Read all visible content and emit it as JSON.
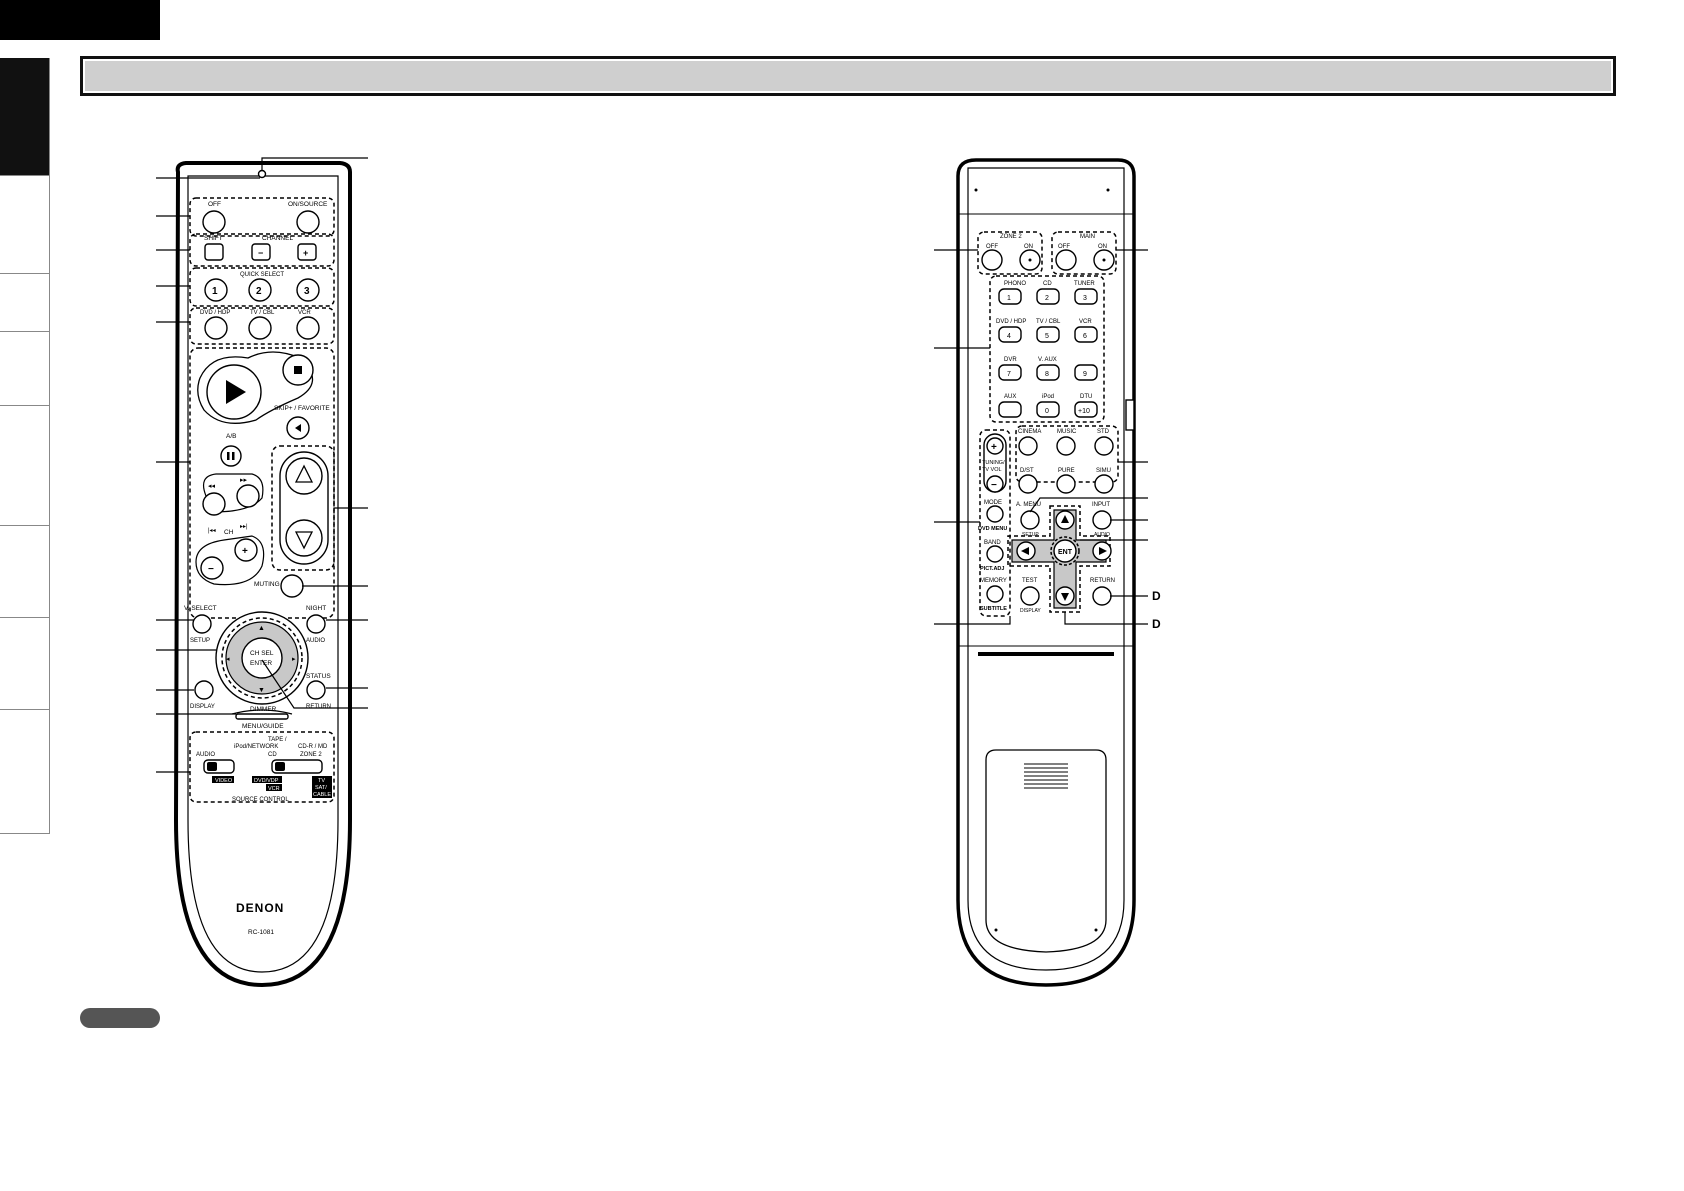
{
  "remote1": {
    "power": {
      "off": "OFF",
      "on_source": "ON/SOURCE"
    },
    "shift": "SHIFT",
    "channel": {
      "label": "CHANNEL",
      "minus": "−",
      "plus": "+"
    },
    "quick_select": {
      "label": "QUICK SELECT",
      "buttons": [
        "1",
        "2",
        "3"
      ]
    },
    "sources": [
      "DVD / HDP",
      "TV / CBL",
      "VCR"
    ],
    "transport": {
      "skip_favorite": "SKIP+ / FAVORITE",
      "ab": "A/B",
      "ch": "CH",
      "ch_minus": "−",
      "ch_plus": "+"
    },
    "muting": "MUTING",
    "v_select": "V. SELECT",
    "setup": "SETUP",
    "night": "NIGHT",
    "audio": "AUDIO",
    "ch_sel": "CH SEL",
    "enter": "ENTER",
    "display": "DISPLAY",
    "status": "STATUS",
    "return": "RETURN",
    "dimmer": "DIMMER",
    "menu_guide": "MENU/GUIDE",
    "source_control": {
      "label": "SOURCE CONTROL",
      "audio": "AUDIO",
      "ipod_network": "iPod/NETWORK",
      "cd": "CD",
      "tape": "TAPE /",
      "cdr_md": "CD-R / MD",
      "zone2": "ZONE 2",
      "video": "VIDEO",
      "dvd_vdp": "DVD/VDP",
      "vcr": "VCR",
      "tv": "TV",
      "sat_cable_1": "SAT/",
      "sat_cable_2": "CABLE"
    },
    "brand": "DENON",
    "model": "RC-1081"
  },
  "remote2": {
    "zone2": {
      "label": "ZONE 2",
      "off": "OFF",
      "on": "ON"
    },
    "main": {
      "label": "MAIN",
      "off": "OFF",
      "on": "ON"
    },
    "keypad": [
      {
        "name": "PHONO",
        "key": "1"
      },
      {
        "name": "CD",
        "key": "2"
      },
      {
        "name": "TUNER",
        "key": "3"
      },
      {
        "name": "DVD / HDP",
        "key": "4"
      },
      {
        "name": "TV / CBL",
        "key": "5"
      },
      {
        "name": "VCR",
        "key": "6"
      },
      {
        "name": "DVR",
        "key": "7"
      },
      {
        "name": "V. AUX",
        "key": "8"
      },
      {
        "name": "",
        "key": "9"
      },
      {
        "name": "AUX",
        "key": ""
      },
      {
        "name": "iPod",
        "key": "0"
      },
      {
        "name": "DTU",
        "key": "+10"
      }
    ],
    "modes": [
      {
        "name": "CINEMA"
      },
      {
        "name": "MUSIC"
      },
      {
        "name": "STD"
      },
      {
        "name": "D/ST"
      },
      {
        "name": "PURE"
      },
      {
        "name": "SIMU"
      }
    ],
    "tuning": {
      "label1": "TUNING/",
      "label2": "TV VOL",
      "plus": "+",
      "minus": "−"
    },
    "mode": {
      "label": "MODE",
      "sub": "DVD MENU"
    },
    "band": {
      "label": "BAND",
      "sub": "PICT.ADJ"
    },
    "memory": {
      "label": "MEMORY",
      "sub": "SUBTITLE"
    },
    "a_menu": {
      "label": "A. MENU",
      "sub": "SETUP"
    },
    "input": {
      "label": "INPUT",
      "sub": "AUDIO"
    },
    "test": {
      "label": "TEST",
      "sub": "DISPLAY"
    },
    "return": "RETURN",
    "ent": "ENT"
  },
  "callouts": {
    "d1": "D",
    "d2": "D"
  }
}
